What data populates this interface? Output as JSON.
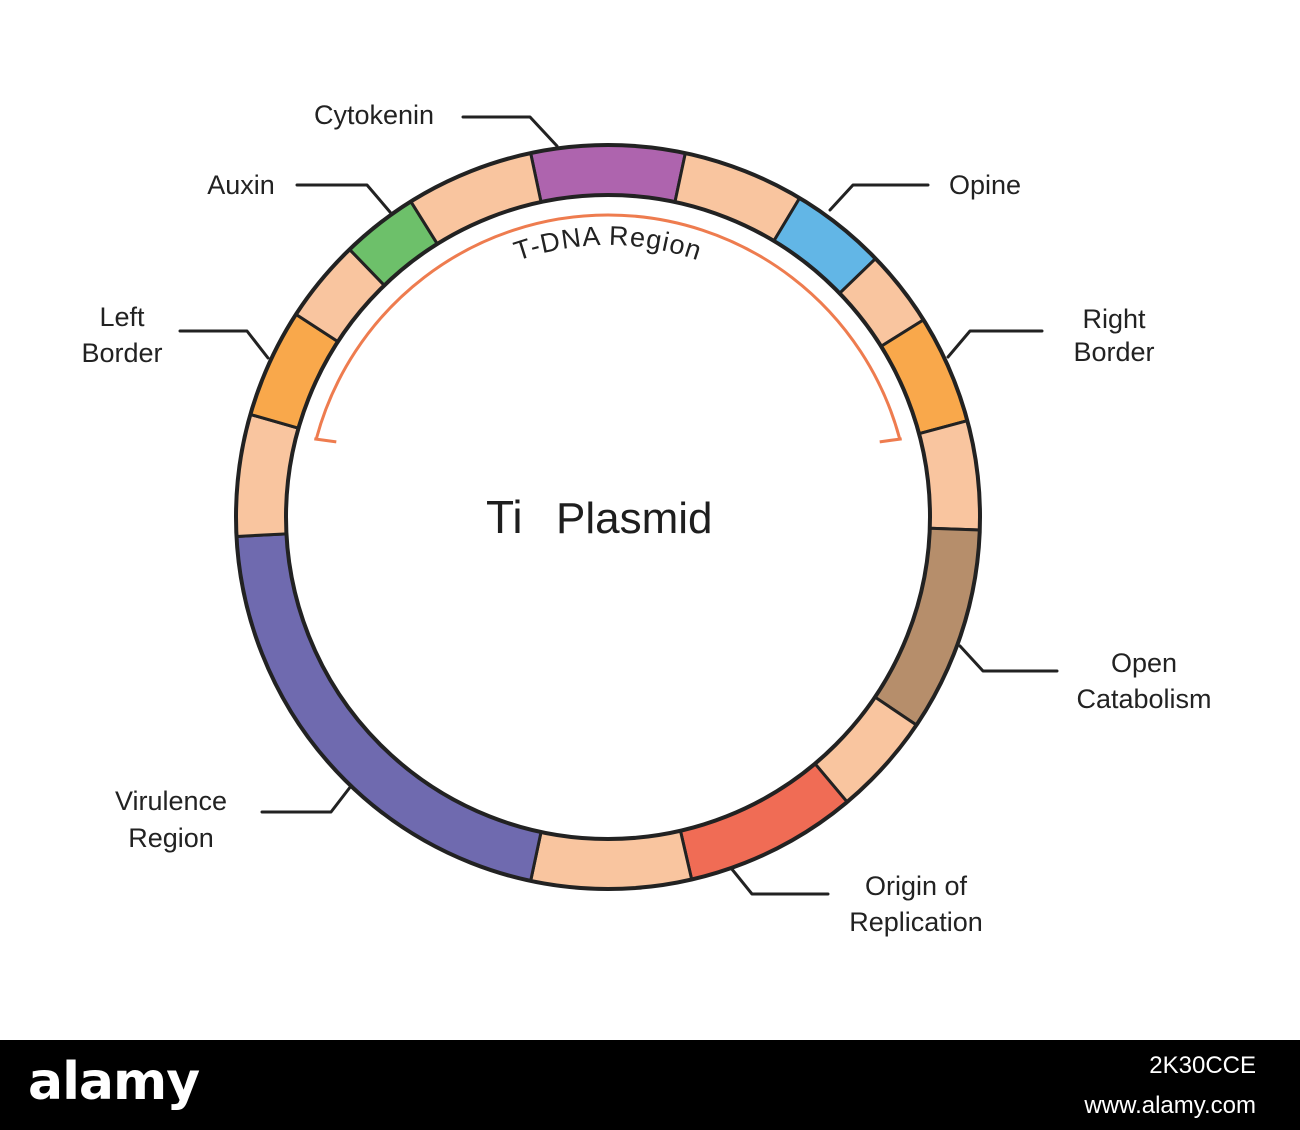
{
  "diagram": {
    "title_line1": "Ti",
    "title_line2": "Plasmid",
    "arc_label": "T-DNA  Region",
    "segment_colors": {
      "filler": "#F9C59F",
      "cytokenin": "#AE64AE",
      "opine": "#62B6E6",
      "right_border": "#F9A84B",
      "open_catabolism": "#B68E6B",
      "origin_of_replication": "#F06C55",
      "virulence_region": "#6F6AAF",
      "left_border": "#F9A84B",
      "auxin": "#6DC06A"
    },
    "arc_color": "#EE7C4F",
    "labels": [
      {
        "key": "cytokenin",
        "lines": [
          "Cytokenin"
        ]
      },
      {
        "key": "auxin",
        "lines": [
          "Auxin"
        ]
      },
      {
        "key": "opine",
        "lines": [
          "Opine"
        ]
      },
      {
        "key": "left_border",
        "lines": [
          "Left",
          "Border"
        ]
      },
      {
        "key": "right_border",
        "lines": [
          "Right",
          "Border"
        ]
      },
      {
        "key": "open_catabolism",
        "lines": [
          "Open",
          "Catabolism"
        ]
      },
      {
        "key": "virulence_region",
        "lines": [
          "Virulence",
          "Region"
        ]
      },
      {
        "key": "origin_of_replication",
        "lines": [
          "Origin  of",
          "Replication"
        ]
      }
    ]
  },
  "footer": {
    "brand": "alamy",
    "image_id": "2K30CCE",
    "site_url": "www.alamy.com"
  }
}
